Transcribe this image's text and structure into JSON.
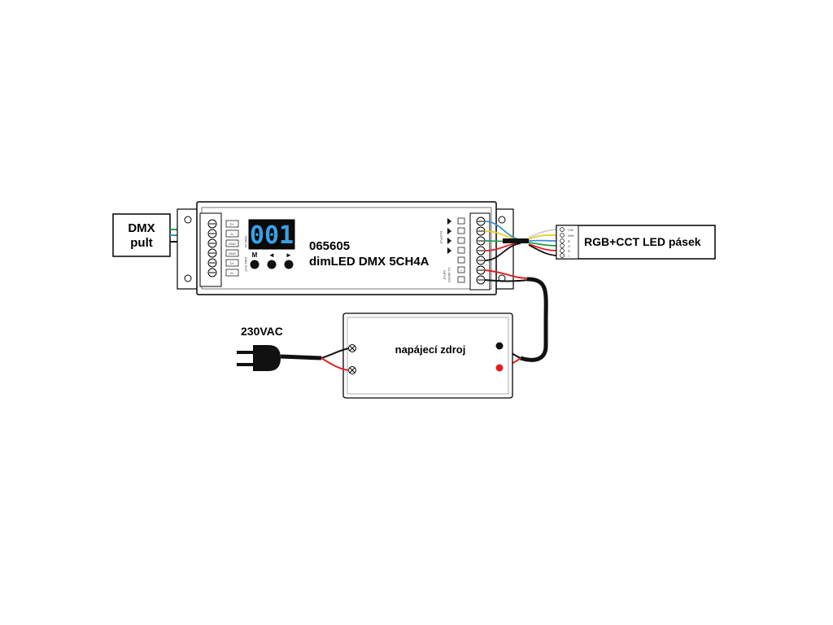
{
  "dmx_box": {
    "line1": "DMX",
    "line2": "pult"
  },
  "controller": {
    "code": "065605",
    "model": "dimLED DMX 5CH4A",
    "display_value": "001",
    "button_labels": [
      "M",
      "◄",
      "►"
    ],
    "left_terminals": [
      "D+",
      "D-",
      "GND",
      "GND",
      "D+",
      "D-"
    ],
    "left_side_labels": [
      "DMX IN",
      "DMX OUT"
    ],
    "output_label": "OUTPUT",
    "input_label": "INPUT",
    "input_voltage": "12-48VDC",
    "input_polarity": [
      "+",
      "-"
    ]
  },
  "led_strip": {
    "label": "RGB+CCT LED pásek",
    "pins": [
      "CW",
      "WW",
      "B",
      "G",
      "R",
      "+"
    ]
  },
  "power_supply": {
    "label": "napájecí zdroj"
  },
  "mains": {
    "label": "230VAC"
  },
  "colors": {
    "wire_red": "#e02020",
    "wire_black": "#111111",
    "wire_green": "#21a050",
    "wire_blue": "#3a8fd8",
    "wire_yellow": "#e8d020",
    "wire_white": "#cccccc",
    "display_digits": "#3aa0e8"
  }
}
